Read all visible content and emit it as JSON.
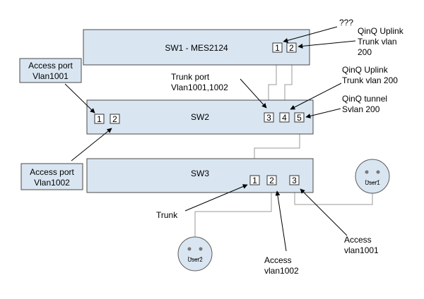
{
  "switches": {
    "sw1": "SW1 - MES2124",
    "sw2": "SW2",
    "sw3": "SW3"
  },
  "ports": {
    "sw1_p1": "1",
    "sw1_p2": "2",
    "sw2_p1": "1",
    "sw2_p2": "2",
    "sw2_p3": "3",
    "sw2_p4": "4",
    "sw2_p5": "5",
    "sw3_p1": "1",
    "sw3_p2": "2",
    "sw3_p3": "3"
  },
  "notes": {
    "access_vlan1001": [
      "Access port",
      "Vlan1001"
    ],
    "access_vlan1002": [
      "Access port",
      "Vlan1002"
    ],
    "unknown": "???",
    "qinq_uplink_sw1": [
      "QinQ Uplink",
      "Trunk vlan",
      "200"
    ],
    "trunk_port": [
      "Trunk port",
      "Vlan1001,1002"
    ],
    "qinq_uplink_sw2": [
      "QinQ Uplink",
      "Trunk vlan 200"
    ],
    "qinq_tunnel": [
      "QinQ tunnel",
      "Svlan 200"
    ],
    "trunk": "Trunk",
    "access_sw3_p2": [
      "Access",
      "vlan1002"
    ],
    "access_sw3_p3": [
      "Access",
      "vlan1001"
    ]
  },
  "users": {
    "user1": "User1",
    "user2": "User2"
  },
  "colors": {
    "box_fill": "#d9e6f2",
    "wire": "#9a9a9a"
  }
}
